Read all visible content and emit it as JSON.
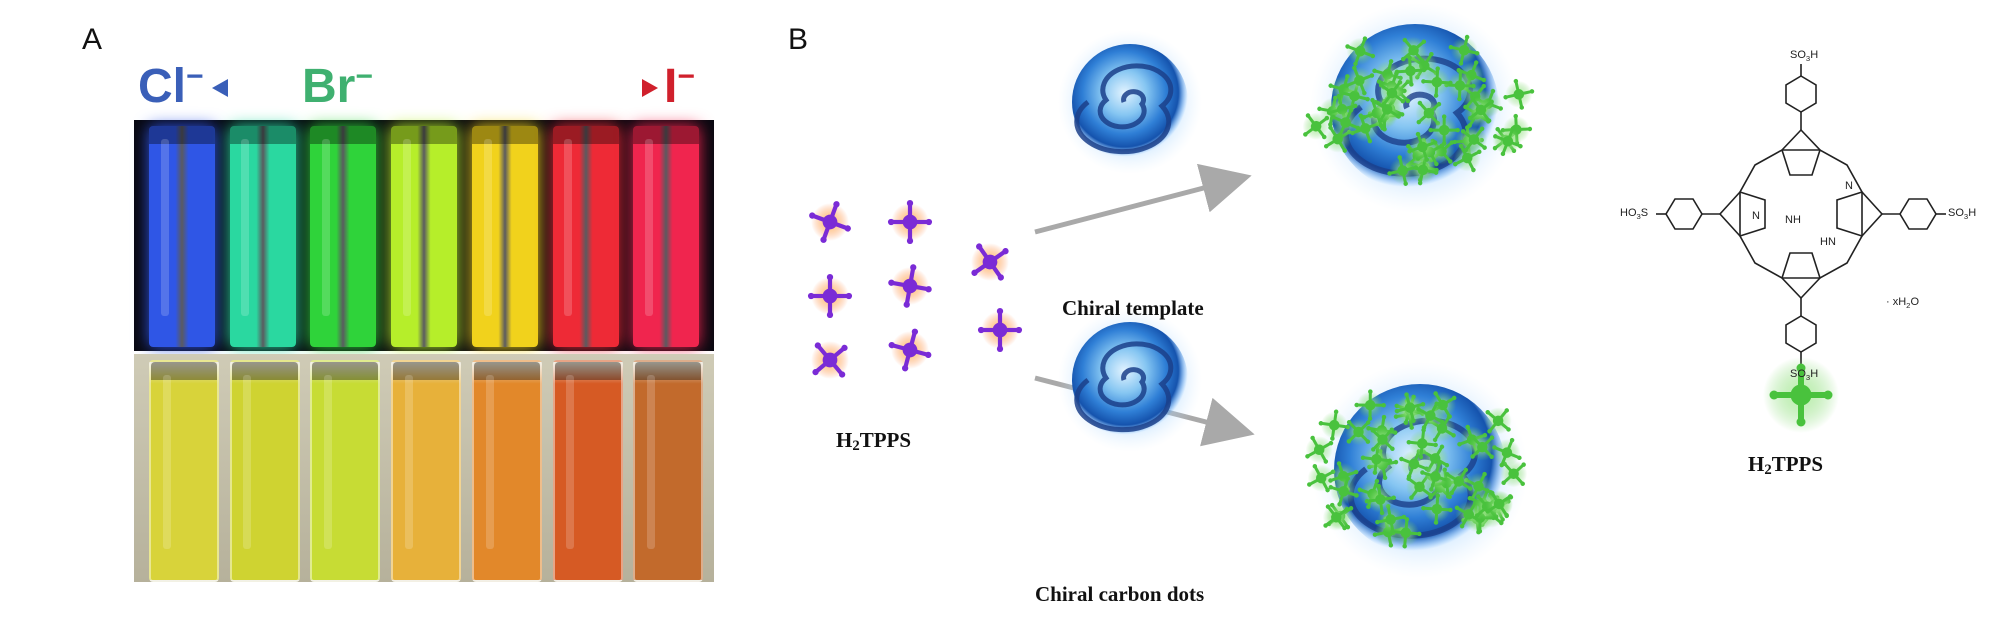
{
  "panel_a": {
    "letter": "A",
    "halide_labels": {
      "chloride": {
        "symbol": "Cl",
        "charge": "−",
        "color": "#3a5fb8"
      },
      "bromide": {
        "symbol": "Br",
        "charge": "−",
        "color": "#3fb070"
      },
      "iodide": {
        "symbol": "I",
        "charge": "−",
        "color": "#d0202c"
      }
    },
    "uv_cuvette_colors": [
      "#2f56e6",
      "#2ad8a0",
      "#2fd33a",
      "#b6ee2a",
      "#f1d21c",
      "#ee2a36",
      "#f0254e"
    ],
    "visible_cuvette_colors": [
      "#d8d33a",
      "#cfd331",
      "#c7dc34",
      "#e7b13a",
      "#e2882a",
      "#d65a24",
      "#c26a2c"
    ]
  },
  "panel_b": {
    "letter": "B",
    "monomer_label": {
      "main": "H",
      "sub": "2",
      "rest": "TPPS"
    },
    "template_label": "Chiral template",
    "carbon_dots_label": "Chiral carbon dots",
    "structure": {
      "substituent": "SO",
      "substituent_sub": "3",
      "substituent_tail": "H",
      "left_substituent": "HO",
      "left_sub": "3",
      "left_tail": "S",
      "nh_top": "NH",
      "n_right": "N",
      "n_left": "N",
      "hn_bottom": "HN",
      "hydrate": "· xH",
      "hydrate_sub": "2",
      "hydrate_tail": "O",
      "label": {
        "main": "H",
        "sub": "2",
        "rest": "TPPS"
      }
    },
    "colors": {
      "aggregate_green": "#49c23d",
      "monomer_purple": "#7a2bd6",
      "monomer_glow": "#ff7a2a",
      "arrow_gray": "#a9a9a9",
      "sphere_blue": "#2f7fd6"
    }
  }
}
